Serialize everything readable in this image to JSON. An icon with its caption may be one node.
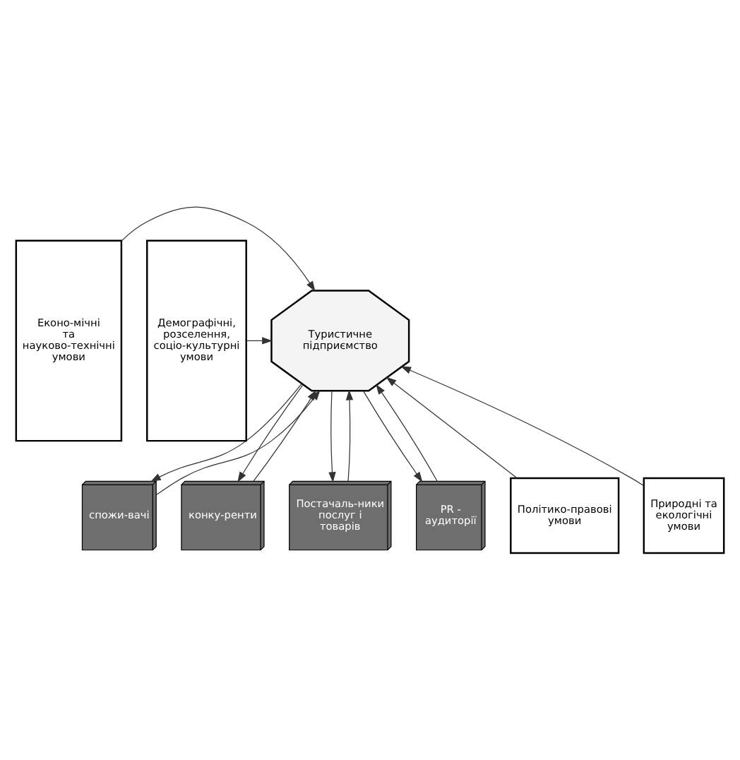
{
  "diagram": {
    "nodes": [
      {
        "text": [
          "Туристичне підприємство"
        ]
      },
      {
        "text": [
          "Політико-правові умови"
        ]
      },
      {
        "text": [
          "Еконо-мічні та науково-технічні умови"
        ]
      },
      {
        "text": [
          "Демографічні, розселення, соціо-культурні умови"
        ]
      },
      {
        "text": [
          "Природні та екологічні умови"
        ]
      },
      {
        "text": [
          "спожи-вачі"
        ]
      },
      {
        "text": [
          "конку-ренти"
        ]
      },
      {
        "text": [
          "Постачаль-ники послуг і товарів"
        ]
      },
      {
        "text": [
          "PR - аудиторії"
        ]
      }
    ],
    "edges": [
      {
        "from": 1,
        "to": 0,
        "arrow": "to"
      },
      {
        "from": 5,
        "to": 0,
        "arrow": "to"
      },
      {
        "from": 0,
        "to": 5,
        "arrow": "to"
      },
      {
        "from": 6,
        "to": 0,
        "arrow": "to"
      },
      {
        "from": 0,
        "to": 6,
        "arrow": "to"
      },
      {
        "from": 2,
        "to": 0,
        "arrow": "to"
      },
      {
        "from": 3,
        "to": 0,
        "arrow": "to"
      },
      {
        "from": 7,
        "to": 0,
        "arrow": "to"
      },
      {
        "from": 0,
        "to": 7,
        "arrow": "to"
      },
      {
        "from": 4,
        "to": 0,
        "arrow": "to"
      },
      {
        "from": 8,
        "to": 0,
        "arrow": "to"
      },
      {
        "from": 0,
        "to": 8,
        "arrow": "to"
      }
    ]
  }
}
